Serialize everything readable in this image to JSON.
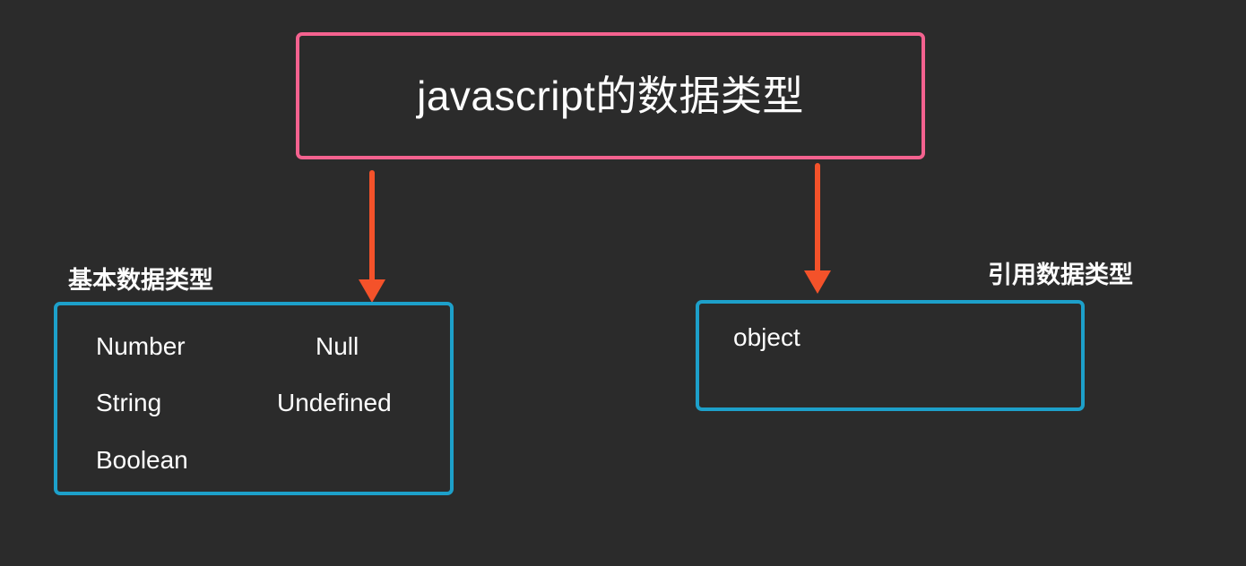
{
  "diagram": {
    "title": "javascript的数据类型",
    "background_color": "#2b2b2b",
    "title_border_color": "#f4628f",
    "box_border_color": "#1da0ca",
    "arrow_color": "#f4522a",
    "text_color": "#fdfdfd",
    "branches": [
      {
        "label": "基本数据类型",
        "items_left": [
          "Number",
          "String",
          "Boolean"
        ],
        "items_right": [
          "Null",
          "Undefined"
        ]
      },
      {
        "label": "引用数据类型",
        "items_left": [
          "object"
        ],
        "items_right": []
      }
    ]
  },
  "labels": {
    "primitive": "基本数据类型",
    "reference": "引用数据类型"
  },
  "primitive_types": {
    "number": "Number",
    "string": "String",
    "boolean": "Boolean",
    "null": "Null",
    "undefined": "Undefined"
  },
  "reference_types": {
    "object": "object"
  }
}
